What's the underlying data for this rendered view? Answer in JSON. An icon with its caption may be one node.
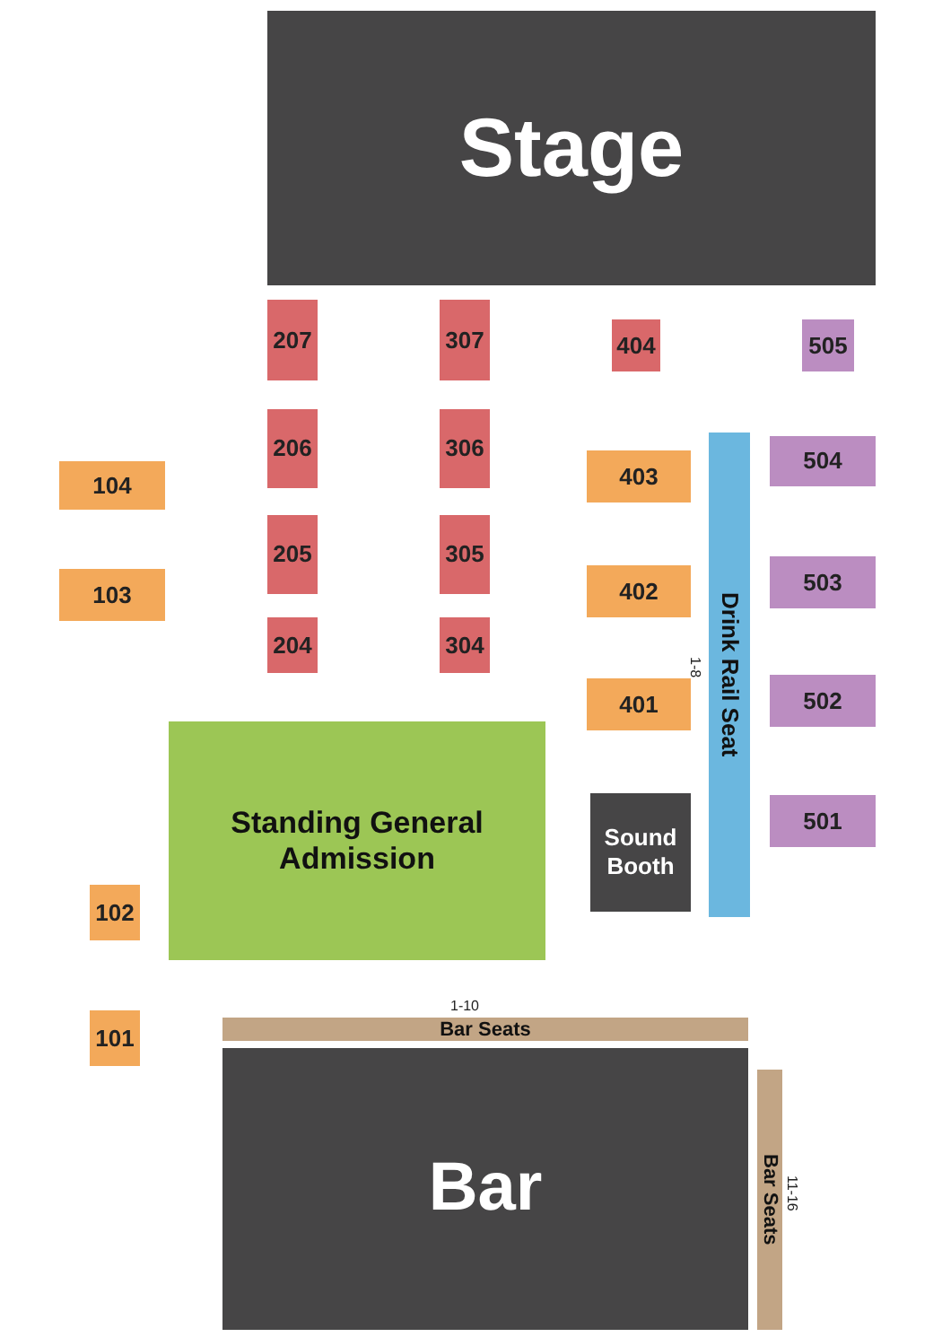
{
  "diagram": {
    "nodes": [
      {
        "text": [
          "Stage"
        ]
      },
      {
        "text": [
          "207"
        ]
      },
      {
        "text": [
          "307"
        ]
      },
      {
        "text": [
          "404"
        ]
      },
      {
        "text": [
          "505"
        ]
      },
      {
        "text": [
          "206"
        ]
      },
      {
        "text": [
          "306"
        ]
      },
      {
        "text": [
          "104"
        ]
      },
      {
        "text": [
          "403"
        ]
      },
      {
        "text": [
          "504"
        ]
      },
      {
        "text": [
          "Drink Rail Seat"
        ],
        "beside": [
          "1-8"
        ]
      },
      {
        "text": [
          "205"
        ]
      },
      {
        "text": [
          "305"
        ]
      },
      {
        "text": [
          "103"
        ]
      },
      {
        "text": [
          "402"
        ]
      },
      {
        "text": [
          "503"
        ]
      },
      {
        "text": [
          "204"
        ]
      },
      {
        "text": [
          "304"
        ]
      },
      {
        "text": [
          "401"
        ]
      },
      {
        "text": [
          "502"
        ]
      },
      {
        "text": [
          "Standing General Admission"
        ]
      },
      {
        "text": [
          "Sound Booth"
        ]
      },
      {
        "text": [
          "501"
        ]
      },
      {
        "text": [
          "102"
        ]
      },
      {
        "text": [
          "101"
        ]
      },
      {
        "text": [
          "Bar Seats"
        ],
        "beside": [
          "1-10"
        ]
      },
      {
        "text": [
          "Bar"
        ]
      },
      {
        "text": [
          "Bar Seats"
        ],
        "beside": [
          "11-16"
        ]
      }
    ]
  }
}
